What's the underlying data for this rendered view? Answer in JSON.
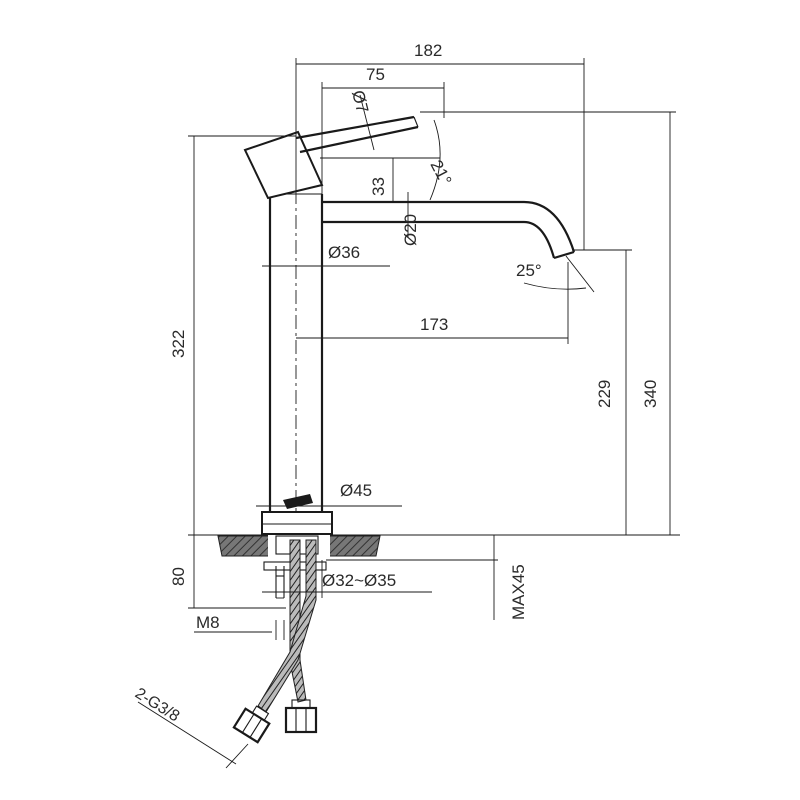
{
  "dimensions": {
    "overall_reach": "182",
    "handle_length": "75",
    "handle_diameter": "Ø7",
    "handle_angle": "21°",
    "handle_height": "33",
    "spout_diameter": "Ø20",
    "body_diameter": "Ø36",
    "spout_angle": "25°",
    "spout_reach": "173",
    "body_height": "322",
    "outlet_height": "229",
    "total_height": "340",
    "base_diameter": "Ø45",
    "hole_diameter": "Ø32~Ø35",
    "max_thickness": "MAX45",
    "below_counter": "80",
    "bolt": "M8",
    "hose_thread": "2-G3/8"
  }
}
